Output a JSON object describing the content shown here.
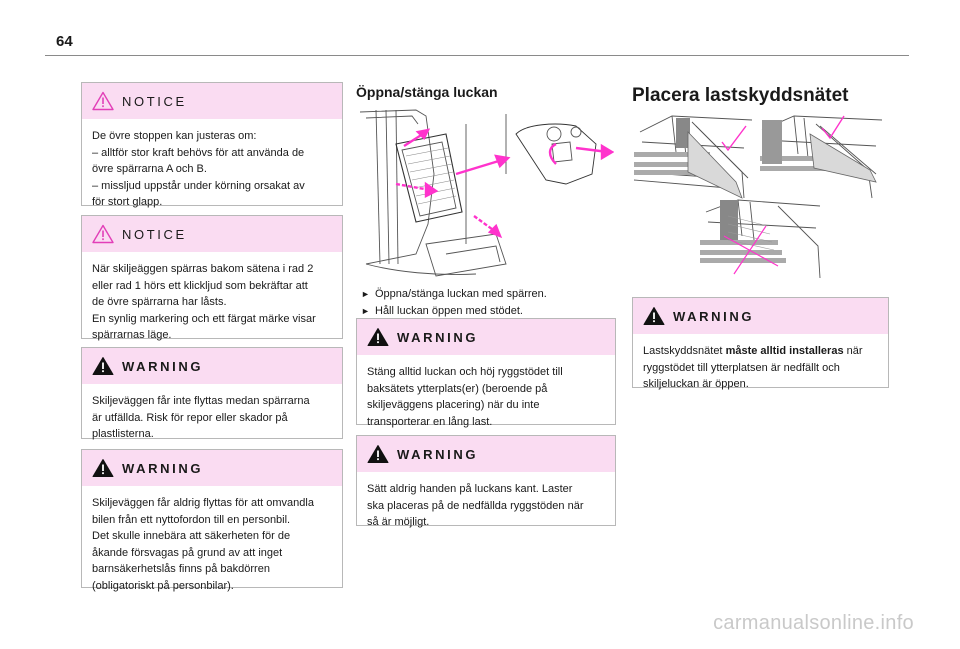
{
  "page_number": "64",
  "col1": {
    "notice1": {
      "title": "NOTICE",
      "lines": [
        "De övre stoppen kan justeras om:",
        "– alltför stor kraft behövs för att använda de",
        "övre spärrarna A och B.",
        "– missljud uppstår under körning orsakat av",
        "för stort glapp."
      ]
    },
    "notice2": {
      "title": "NOTICE",
      "lines": [
        "När skiljeäggen spärras bakom sätena i rad 2",
        "eller rad 1 hörs ett klickljud som bekräftar att",
        "de övre spärrarna har låsts.",
        "En synlig markering och ett färgat märke visar",
        "spärrarnas läge."
      ]
    },
    "warning1": {
      "title": "WARNING",
      "lines": [
        "Skiljeväggen får inte flyttas medan spärrarna",
        "är utfällda. Risk för repor eller skador på",
        "plastlisterna."
      ]
    },
    "warning2": {
      "title": "WARNING",
      "lines": [
        "Skiljeväggen får aldrig flyttas för att omvandla",
        "bilen från ett nyttofordon till en personbil.",
        "Det skulle innebära att säkerheten för de",
        "åkande försvagas på grund av att inget",
        "barnsäkerhetslås finns på bakdörren",
        "(obligatoriskt på personbilar)."
      ]
    }
  },
  "col2": {
    "heading": "Öppna/stänga luckan",
    "bullets": [
      "Öppna/stänga luckan med spärren.",
      "Håll luckan öppen med stödet."
    ],
    "warning1": {
      "title": "WARNING",
      "lines": [
        "Stäng alltid luckan och höj ryggstödet till",
        "baksätets ytterplats(er) (beroende på",
        "skiljeväggens placering) när du inte",
        "transporterar en lång last."
      ]
    },
    "warning2": {
      "title": "WARNING",
      "lines": [
        "Sätt aldrig handen på luckans kant. Laster",
        "ska placeras på de nedfällda ryggstöden när",
        "så är möjligt."
      ]
    }
  },
  "col3": {
    "heading": "Placera lastskyddsnätet",
    "warning": {
      "title": "WARNING",
      "text_before": "Lastskyddsnätet ",
      "text_bold": "måste alltid installeras",
      "text_after_1": " när",
      "lines_after": [
        "ryggstödet till ytterplatsen är nedfällt och",
        "skiljeluckan är öppen."
      ]
    }
  },
  "colors": {
    "banner_bg": "#fadcf2",
    "accent_magenta": "#ff33cc",
    "border": "#b8b8b8",
    "rule": "#8a8a8a",
    "watermark": "#c9c9c9"
  },
  "watermark": "carmanualsonline.info"
}
